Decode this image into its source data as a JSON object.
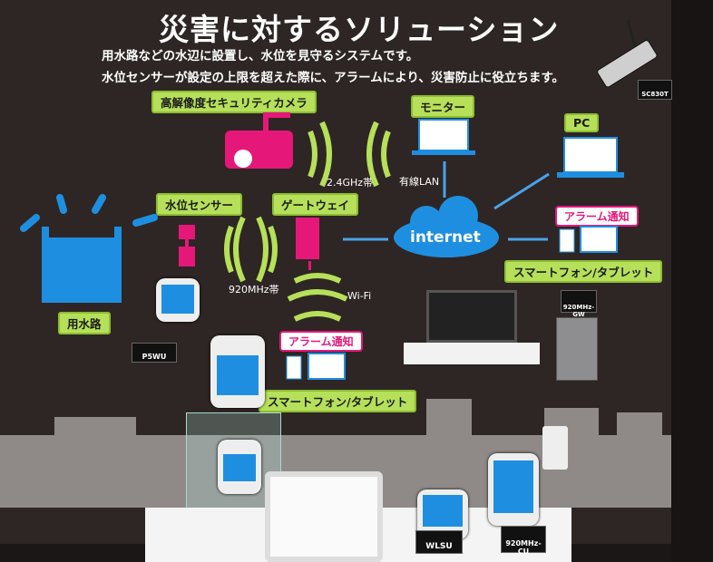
{
  "title": "災害に対するソリューション",
  "description": [
    "用水路などの水辺に設置し、水位を見守るシステムです。",
    "水位センサーが設定の上限を超えた際に、アラームにより、災害防止に役立ちます。"
  ],
  "diagram": {
    "camera_label": "高解像度セキュリティカメラ",
    "band_24": "2.4GHz帯",
    "monitor_label": "モニター",
    "wired_lan": "有線LAN",
    "pc_label": "PC",
    "internet": "internet",
    "alarm_right": "アラーム通知",
    "smartphone_right": "スマートフォン/タブレット",
    "water_sensor_label": "水位センサー",
    "gateway_label": "ゲートウェイ",
    "band_920": "920MHz帯",
    "wifi": "Wi-Fi",
    "alarm_center": "アラーム通知",
    "smartphone_center": "スマートフォン/タブレット",
    "canal_label": "用水路"
  },
  "products": {
    "camera": "SC830T",
    "power_switch": "P5WU",
    "sensor": "WLSU",
    "cu": "920MHz-CU",
    "gw": "920MHz-GW"
  },
  "colors": {
    "accent_green": "#b6e05a",
    "accent_pink": "#e5187a",
    "water_blue": "#1e8fe0"
  }
}
